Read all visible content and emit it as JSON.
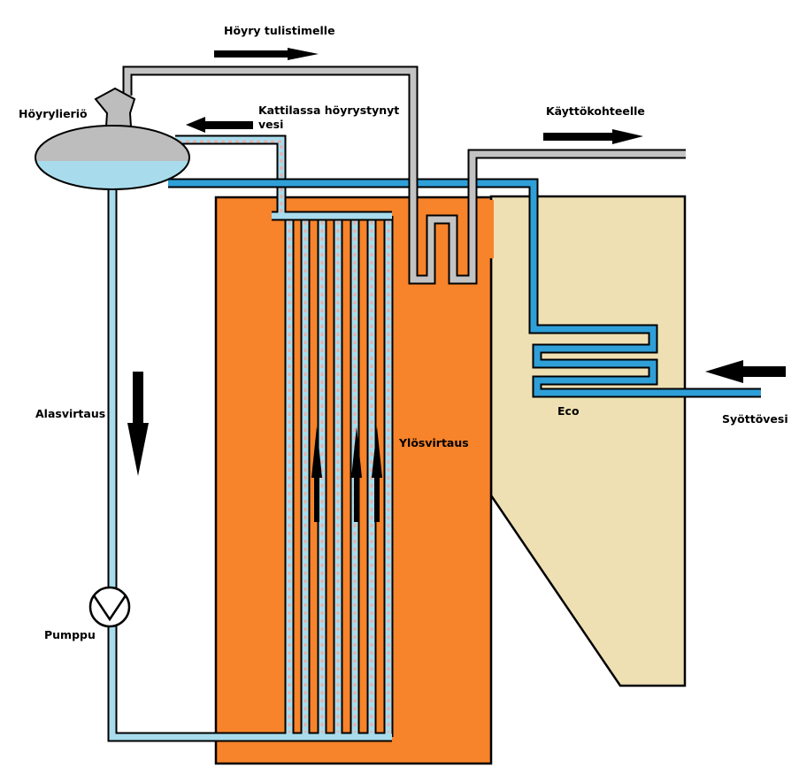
{
  "labels": {
    "steam_to_superheater": "Höyry tulistimelle",
    "steam_drum": "Höyrylieriö",
    "evaporated_water": "Kattilassa höyrystynyt\nvesi",
    "to_consumer": "Käyttökohteelle",
    "downflow": "Alasvirtaus",
    "upflow": "Ylösvirtaus",
    "economizer": "Eco",
    "feed_water": "Syöttövesi",
    "pump": "Pumppu"
  },
  "colors": {
    "furnace": "#f7832a",
    "flue_duct": "#efe0b3",
    "water_pipe": "#a8dced",
    "feed_pipe": "#2f9fd8",
    "steam_pipe": "#c3c3c3",
    "drum_steam": "#bdbdbd",
    "drum_water": "#a8dced",
    "riser_dots": "#e8b0a8",
    "outline": "#000000"
  }
}
